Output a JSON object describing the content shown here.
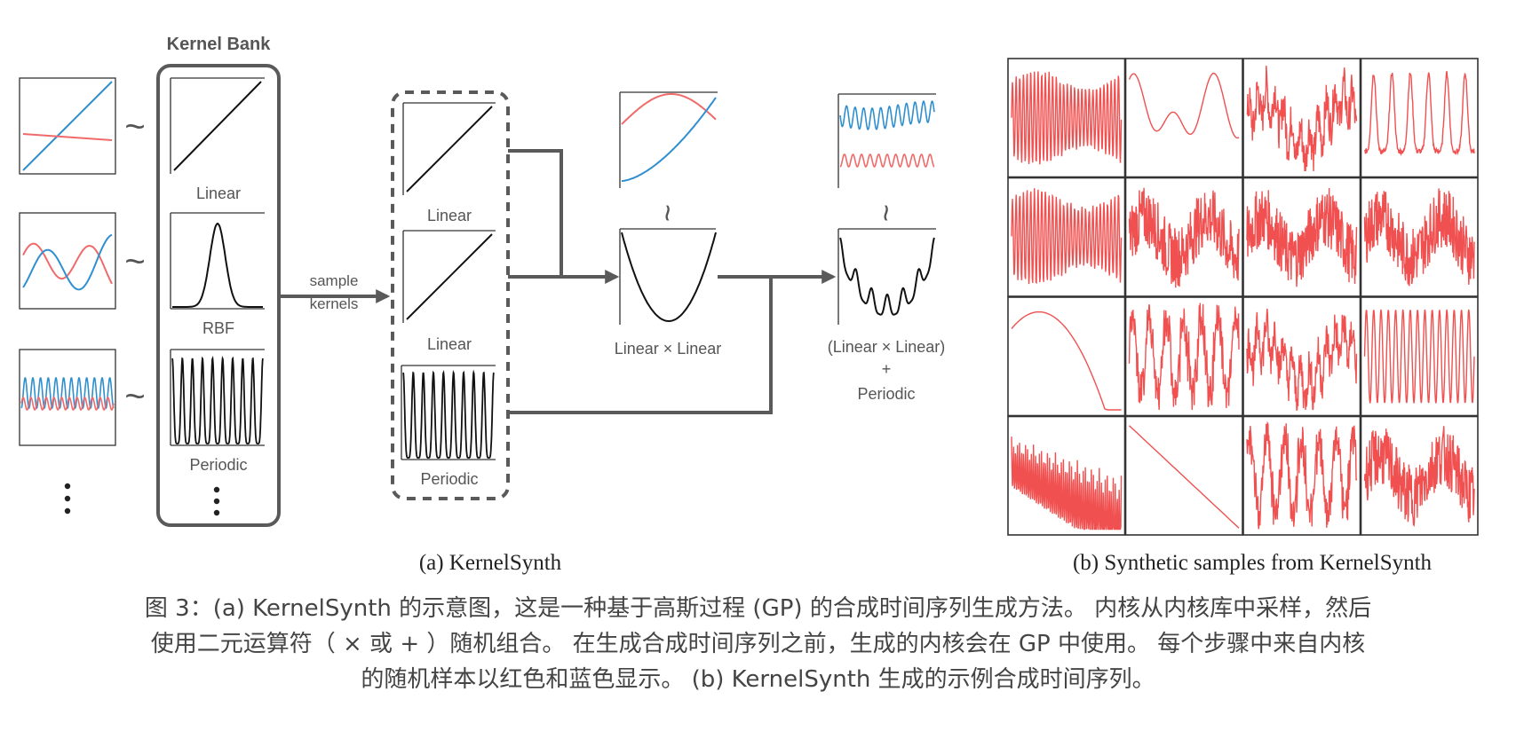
{
  "diagram": {
    "kernel_bank_title": "Kernel Bank",
    "bank_kernels": [
      {
        "label": "Linear"
      },
      {
        "label": "RBF"
      },
      {
        "label": "Periodic"
      }
    ],
    "tilde": "~",
    "sample_label_line1": "sample",
    "sample_label_line2": "kernels",
    "sampled_kernels": [
      {
        "label": "Linear"
      },
      {
        "label": "Linear"
      },
      {
        "label": "Periodic"
      }
    ],
    "product_label": "Linear × Linear",
    "sum_label_line1": "(Linear × Linear)",
    "sum_label_line2": "+",
    "sum_label_line3": "Periodic",
    "colors": {
      "red": "#f06a6a",
      "blue": "#2f8fcf",
      "flow": "#5a5a5a",
      "samples": "#f05050"
    }
  },
  "subcaptions": {
    "a": "(a) KernelSynth",
    "b": "(b) Synthetic samples from KernelSynth"
  },
  "samples_grid": {
    "rows": 4,
    "cols": 4
  },
  "caption": {
    "line1": "图 3：(a) KernelSynth 的示意图，这是一种基于高斯过程 (GP) 的合成时间序列生成方法。 内核从内核库中采样，然后",
    "line2": "使用二元运算符（ × 或 + ）随机组合。 在生成合成时间序列之前，生成的内核会在 GP 中使用。 每个步骤中来自内核",
    "line3": "的随机样本以红色和蓝色显示。 (b) KernelSynth 生成的示例合成时间序列。"
  }
}
